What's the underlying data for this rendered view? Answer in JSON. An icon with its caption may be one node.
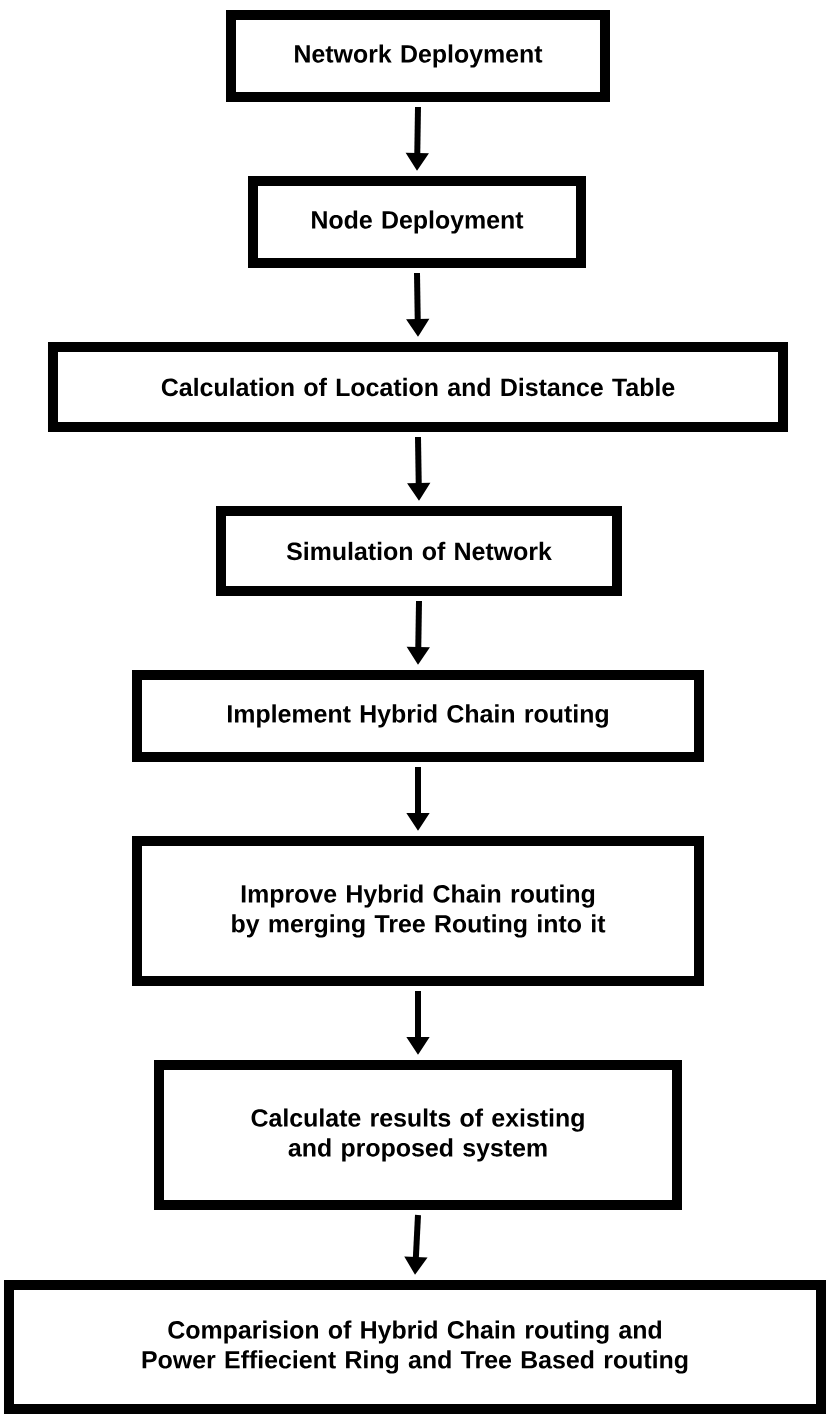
{
  "diagram": {
    "nodes": [
      {
        "text": [
          "Network Deployment"
        ]
      },
      {
        "text": [
          "Node Deployment"
        ]
      },
      {
        "text": [
          "Calculation of Location and Distance Table"
        ]
      },
      {
        "text": [
          "Simulation of Network"
        ]
      },
      {
        "text": [
          "Implement Hybrid Chain routing"
        ]
      },
      {
        "text": [
          "Improve Hybrid Chain routing by merging Tree Routing into it"
        ]
      },
      {
        "text": [
          "Calculate results of existing and proposed system"
        ]
      },
      {
        "text": [
          "Comparision of Hybrid Chain routing and Power Effiecient Ring and Tree Based routing"
        ]
      }
    ],
    "edges": [
      {
        "from": 0,
        "to": 1,
        "arrow": "to"
      },
      {
        "from": 1,
        "to": 2,
        "arrow": "to"
      },
      {
        "from": 2,
        "to": 3,
        "arrow": "to"
      },
      {
        "from": 3,
        "to": 4,
        "arrow": "to"
      },
      {
        "from": 4,
        "to": 5,
        "arrow": "to"
      },
      {
        "from": 5,
        "to": 6,
        "arrow": "to"
      },
      {
        "from": 6,
        "to": 7,
        "arrow": "to"
      }
    ]
  }
}
